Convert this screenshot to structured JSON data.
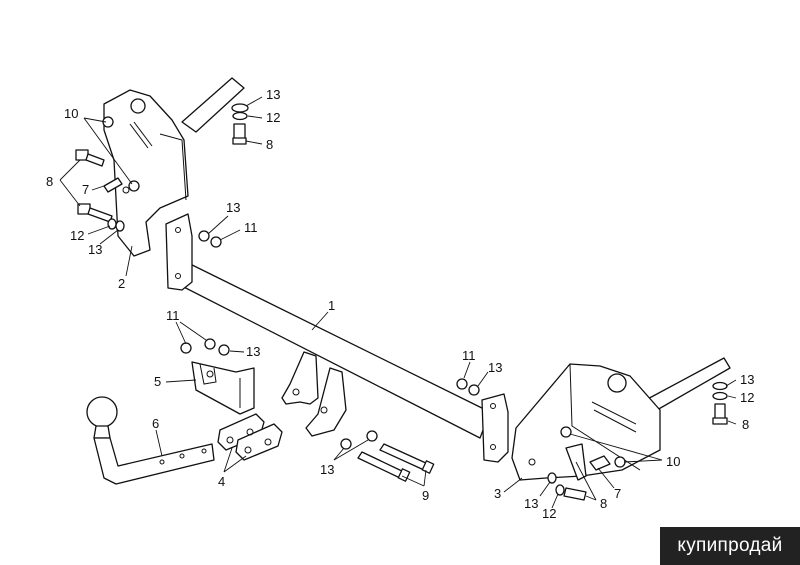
{
  "diagram": {
    "callouts": {
      "c1": "1",
      "c2": "2",
      "c3": "3",
      "c4": "4",
      "c5": "5",
      "c6": "6",
      "c7a": "7",
      "c7b": "7",
      "c8a": "8",
      "c8b": "8",
      "c8c": "8",
      "c8d": "8",
      "c9": "9",
      "c10a": "10",
      "c10b": "10",
      "c11a": "11",
      "c11b": "11",
      "c11c": "11",
      "c12a": "12",
      "c12b": "12",
      "c12c": "12",
      "c12d": "12",
      "c13a": "13",
      "c13b": "13",
      "c13c": "13",
      "c13d": "13",
      "c13e": "13",
      "c13f": "13",
      "c13g": "13"
    }
  },
  "watermark": {
    "text": "купипродай"
  }
}
